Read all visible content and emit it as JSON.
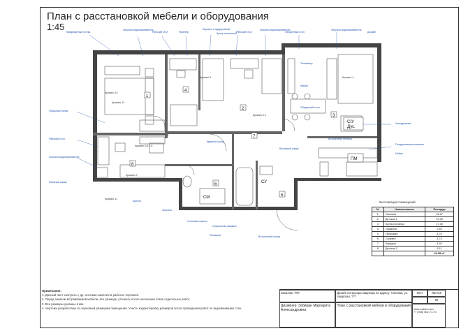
{
  "header": {
    "title": "План с расстановкой мебели и оборудования",
    "scale": "1:45"
  },
  "labels": {
    "top": [
      "Прикроватные столы",
      "Зеркало водонагревателя",
      "Рабочий стол",
      "Принтер",
      "Зеркало в гардеробной",
      "Кулер настенный",
      "Рабочий стол",
      "Зеркало водонагревателя",
      "Обеденный стол",
      "Зеркало водонагревателя",
      "Дизайн"
    ],
    "left": [
      "Открытые полки",
      "Рабочий стол",
      "Зеркало водонагревателя",
      "Книжный шкаф"
    ],
    "right": [
      "Телевизор",
      "Камин",
      "Холодильник",
      "Посудомоечная машина",
      "Мойка"
    ],
    "bottom": [
      "Кресло",
      "Зеркало",
      "Стеновая панель",
      "Стиральная машина",
      "Раковина",
      "Встроенный шкаф"
    ],
    "misc": [
      "Обеденный стол",
      "Вытяжной шкаф",
      "Дверной шкаф",
      "Встроенная техника"
    ],
    "beds": [
      "Кровать 10",
      "Кровать 11",
      "Кровать 12",
      "Кровать 2.1",
      "Кровать 3",
      "Кровать 4",
      "Кровать 5.6.7.8",
      "Кровать 9"
    ],
    "room_numbers": [
      "1",
      "2",
      "3",
      "4",
      "5",
      "6",
      "7",
      "8"
    ],
    "room_codes": [
      "С/У",
      "ПМ",
      "СМ",
      "СУ",
      "Дус."
    ]
  },
  "explication": {
    "caption": "Экспликация помещений",
    "columns": [
      "№",
      "Наименование",
      "Площадь"
    ],
    "rows": [
      {
        "n": "1",
        "name": "Спальня",
        "area": "15.27"
      },
      {
        "n": "2",
        "name": "Детская 1",
        "area": "10.00"
      },
      {
        "n": "3",
        "name": "Кухня-гостиная",
        "area": "17.30"
      },
      {
        "n": "4",
        "name": "Гардероб",
        "area": "2.40"
      },
      {
        "n": "5",
        "name": "Прихожая",
        "area": "4.24"
      },
      {
        "n": "6",
        "name": "Санузел",
        "area": "4.74"
      },
      {
        "n": "7",
        "name": "Коридор",
        "area": "4.92"
      },
      {
        "n": "8",
        "name": "Детская 2",
        "area": "6.11"
      }
    ],
    "total": "64.98 м²"
  },
  "notes": {
    "heading": "Примечания:",
    "lines": [
      "1. Данный лист смотреть с др. листами комплекта рабочих чертежей.",
      "2. Перед заказом встраиваемой мебели, все размеры уточнить после окончания этапа отделочных работ.",
      "3. Все размеры указаны в мм.",
      "4. Чертежи разработаны по черновым размерам помещения. Учесть корректировку размеров после проведения работ по выравниванию стен."
    ]
  },
  "stamp": {
    "order_label": "Заказчик:",
    "order_value": "###",
    "project": "Дизайн интерьера квартиры по адресу: г.Москва, ул. Амурская, ???",
    "designer": "Дизайнер: Забиран Маргарита Александровна",
    "sheet_title": "План с расстановкой мебели и оборудования",
    "sheet_label": "Лист",
    "sheets_label": "Листов",
    "sheet_no": "",
    "sheets_total": "60",
    "contact": "www.rosinfo.com\n+7 (925) 502-71-70"
  },
  "colors": {
    "wall": "#444444",
    "label": "#1f4fb0",
    "outline": "#333333"
  }
}
